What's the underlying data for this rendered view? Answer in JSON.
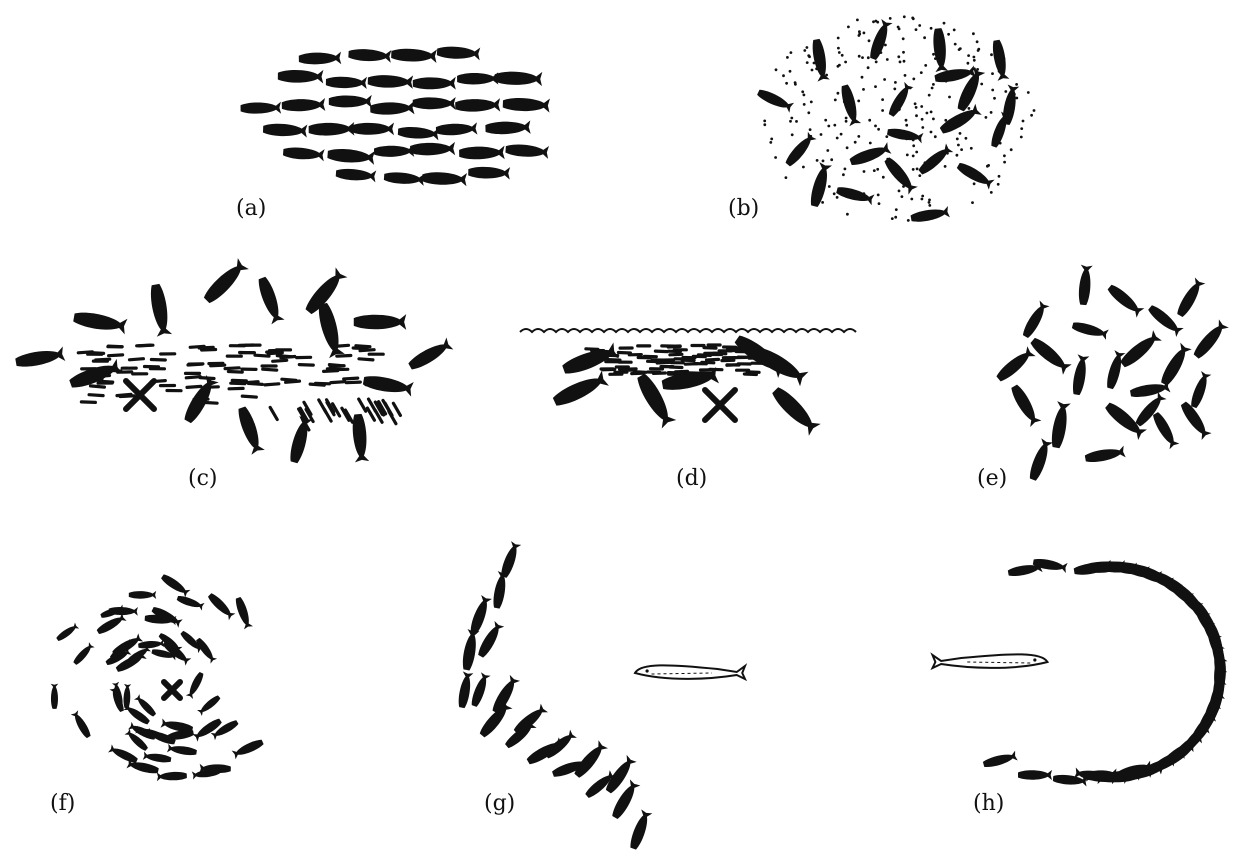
{
  "figure": {
    "background": "#ffffff",
    "ink_color": "#111111",
    "panels": [
      {
        "id": "a",
        "label": "(a)",
        "formation": "polarized-school"
      },
      {
        "id": "b",
        "label": "(b)",
        "formation": "feeding-aggregation"
      },
      {
        "id": "c",
        "label": "(c)",
        "formation": "predators-surrounding-school"
      },
      {
        "id": "d",
        "label": "(d)",
        "formation": "school-pushed-to-surface"
      },
      {
        "id": "e",
        "label": "(e)",
        "formation": "loose-aggregation"
      },
      {
        "id": "f",
        "label": "(f)",
        "formation": "milling-around-predator"
      },
      {
        "id": "g",
        "label": "(g)",
        "formation": "school-avoiding-predator"
      },
      {
        "id": "h",
        "label": "(h)",
        "formation": "vacuole-around-predator"
      }
    ]
  }
}
